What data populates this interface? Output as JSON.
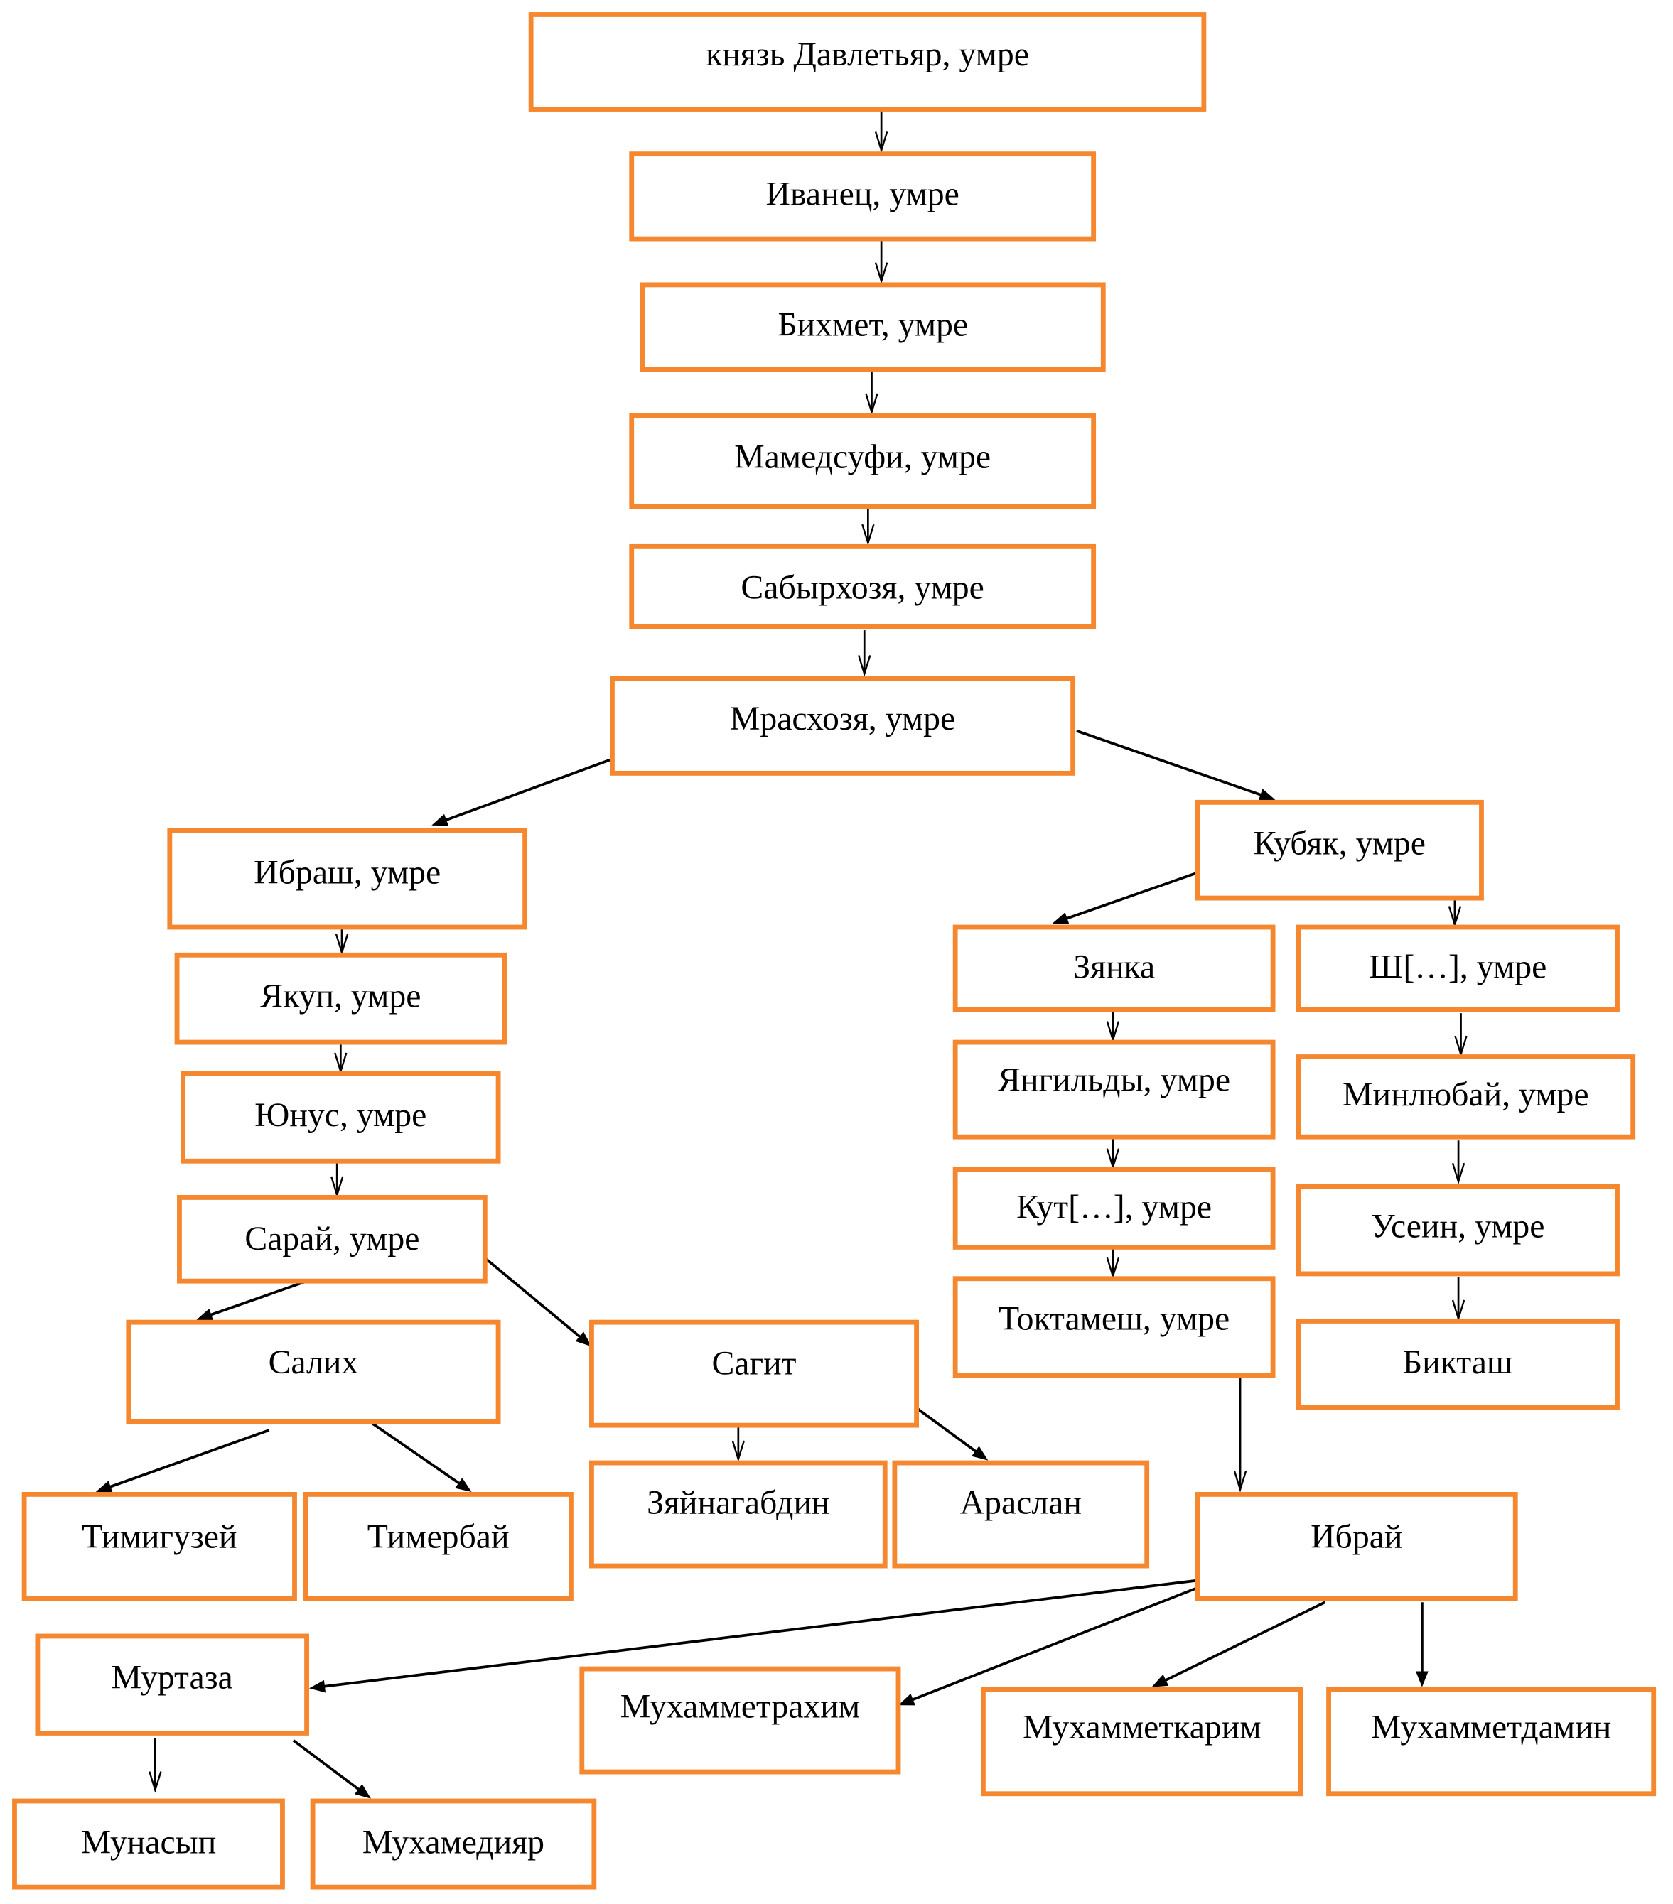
{
  "diagram": {
    "title": "Genealogy tree of descendants of prince Davletyar",
    "border_color": "#F5872F",
    "nodes": [
      {
        "id": "davletyar",
        "label": "князь Давлетьяр, умре"
      },
      {
        "id": "ivanets",
        "label": "Иванец, умре"
      },
      {
        "id": "bikhmet",
        "label": "Бихмет, умре"
      },
      {
        "id": "mamedsufi",
        "label": "Мамедсуфи, умре"
      },
      {
        "id": "sabyrkhozya",
        "label": "Сабырхозя, умре"
      },
      {
        "id": "mraskhozya",
        "label": "Мрасхозя, умре"
      },
      {
        "id": "ibrash",
        "label": "Ибраш, умре"
      },
      {
        "id": "yakup",
        "label": "Якуп, умре"
      },
      {
        "id": "yunus",
        "label": "Юнус, умре"
      },
      {
        "id": "saray",
        "label": "Сарай, умре"
      },
      {
        "id": "salikh",
        "label": "Салих"
      },
      {
        "id": "sagit",
        "label": "Сагит"
      },
      {
        "id": "timiguzey",
        "label": "Тимигузей"
      },
      {
        "id": "timerbay",
        "label": "Тимербай"
      },
      {
        "id": "zyaynagabdin",
        "label": "Зяйнагабдин"
      },
      {
        "id": "araslan",
        "label": "Араслан"
      },
      {
        "id": "kubyak",
        "label": "Кубяк, умре"
      },
      {
        "id": "zyanka",
        "label": "Зянка"
      },
      {
        "id": "sh",
        "label": "Ш[…], умре"
      },
      {
        "id": "yangildy",
        "label": "Янгильды, умре"
      },
      {
        "id": "minlyubay",
        "label": "Минлюбай, умре"
      },
      {
        "id": "kut",
        "label": "Кут[…], умре"
      },
      {
        "id": "usein",
        "label": "Усеин, умре"
      },
      {
        "id": "toktamesh",
        "label": "Токтамеш, умре"
      },
      {
        "id": "biktash",
        "label": "Бикташ"
      },
      {
        "id": "ibray",
        "label": "Ибрай"
      },
      {
        "id": "murtaza",
        "label": "Муртаза"
      },
      {
        "id": "mukhammetrakhim",
        "label": "Мухамметрахим"
      },
      {
        "id": "mukhammetkarim",
        "label": "Мухамметкарим"
      },
      {
        "id": "mukhammetdamin",
        "label": "Мухамметдамин"
      },
      {
        "id": "munasyp",
        "label": "Мунасып"
      },
      {
        "id": "mukhamediyar",
        "label": "Мухамедияр"
      }
    ],
    "edges": [
      {
        "from": "davletyar",
        "to": "ivanets"
      },
      {
        "from": "ivanets",
        "to": "bikhmet"
      },
      {
        "from": "bikhmet",
        "to": "mamedsufi"
      },
      {
        "from": "mamedsufi",
        "to": "sabyrkhozya"
      },
      {
        "from": "sabyrkhozya",
        "to": "mraskhozya"
      },
      {
        "from": "mraskhozya",
        "to": "ibrash"
      },
      {
        "from": "mraskhozya",
        "to": "kubyak"
      },
      {
        "from": "ibrash",
        "to": "yakup"
      },
      {
        "from": "yakup",
        "to": "yunus"
      },
      {
        "from": "yunus",
        "to": "saray"
      },
      {
        "from": "saray",
        "to": "salikh"
      },
      {
        "from": "saray",
        "to": "sagit"
      },
      {
        "from": "salikh",
        "to": "timiguzey"
      },
      {
        "from": "salikh",
        "to": "timerbay"
      },
      {
        "from": "sagit",
        "to": "zyaynagabdin"
      },
      {
        "from": "sagit",
        "to": "araslan"
      },
      {
        "from": "kubyak",
        "to": "zyanka"
      },
      {
        "from": "kubyak",
        "to": "sh"
      },
      {
        "from": "zyanka",
        "to": "yangildy"
      },
      {
        "from": "yangildy",
        "to": "kut"
      },
      {
        "from": "kut",
        "to": "toktamesh"
      },
      {
        "from": "toktamesh",
        "to": "ibray"
      },
      {
        "from": "sh",
        "to": "minlyubay"
      },
      {
        "from": "minlyubay",
        "to": "usein"
      },
      {
        "from": "usein",
        "to": "biktash"
      },
      {
        "from": "ibray",
        "to": "murtaza"
      },
      {
        "from": "ibray",
        "to": "mukhammetrakhim"
      },
      {
        "from": "ibray",
        "to": "mukhammetkarim"
      },
      {
        "from": "ibray",
        "to": "mukhammetdamin"
      },
      {
        "from": "murtaza",
        "to": "munasyp"
      },
      {
        "from": "murtaza",
        "to": "mukhamediyar"
      }
    ]
  }
}
